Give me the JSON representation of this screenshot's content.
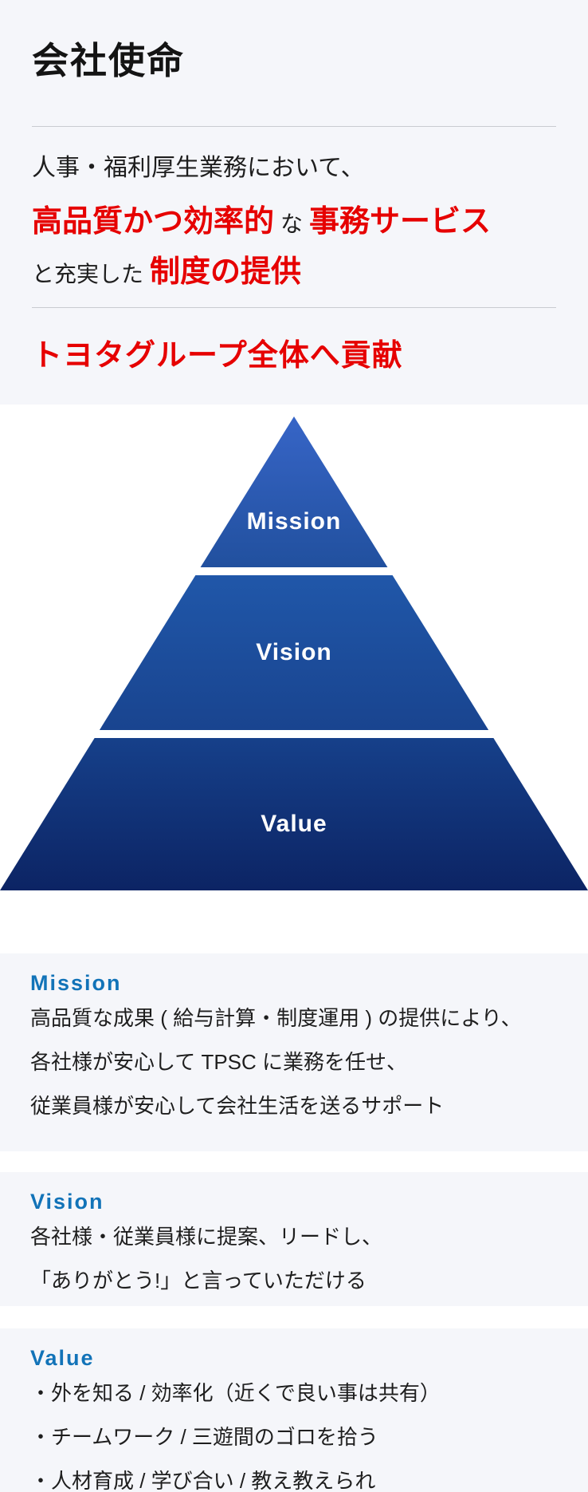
{
  "intro": {
    "title": "会社使命",
    "line1": "人事・福利厚生業務において、",
    "line2_em1": "高品質かつ効率的",
    "line2_plain": "な",
    "line2_em2": "事務サービス",
    "line3_plain": "と充実した",
    "line3_em": "制度の提供",
    "slogan": "トヨタグループ全体へ貢献"
  },
  "pyramid": {
    "levels": [
      {
        "label": "Mission",
        "color_top": "#3765c7",
        "color_bottom": "#21509e"
      },
      {
        "label": "Vision",
        "color_top": "#2057a9",
        "color_bottom": "#19448f"
      },
      {
        "label": "Value",
        "color_top": "#16408a",
        "color_bottom": "#0c2464"
      }
    ]
  },
  "cards": [
    {
      "heading": "Mission",
      "lines": [
        "高品質な成果 ( 給与計算・制度運用 ) の提供により、",
        "各社様が安心して TPSC に業務を任せ、",
        "従業員様が安心して会社生活を送るサポート"
      ]
    },
    {
      "heading": "Vision",
      "lines": [
        "各社様・従業員様に提案、リードし、",
        "「ありがとう!」と言っていただける"
      ]
    },
    {
      "heading": "Value",
      "lines": [
        "・外を知る / 効率化（近くで良い事は共有）",
        "・チームワーク / 三遊間のゴロを拾う",
        "・人材育成 / 学び合い / 教え教えられ"
      ]
    }
  ],
  "colors": {
    "accent_red": "#e60000",
    "heading_blue": "#1273b8",
    "section_bg": "#f5f6fa",
    "divider": "#c9cbd1"
  }
}
